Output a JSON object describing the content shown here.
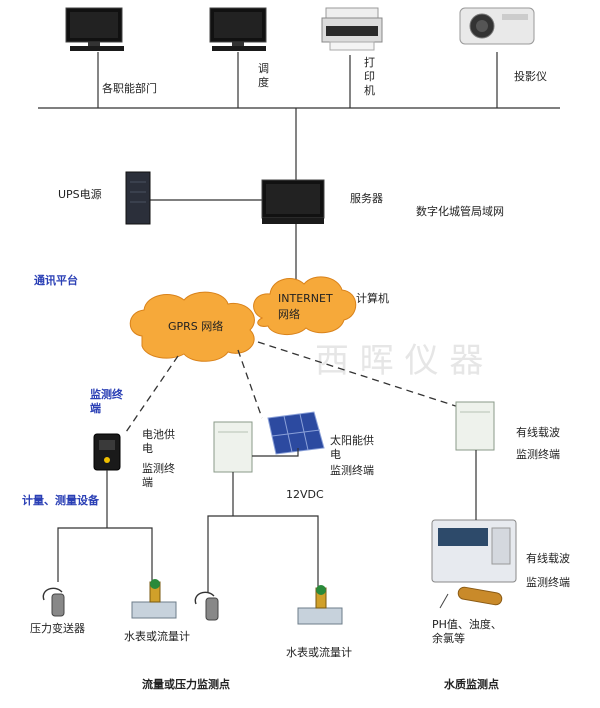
{
  "watermark": "西 晖 仪 器",
  "office": {
    "departments": "各职能部门",
    "dispatch_col1": [
      "调",
      "度"
    ],
    "printer_col": [
      "打",
      "印",
      "机"
    ],
    "projector": "投影仪"
  },
  "center": {
    "ups": "UPS电源",
    "server": "服务器",
    "lan": "数字化城管局域网",
    "comm_platform": "通讯平台",
    "internet": "INTERNET",
    "internet_sub": "网络",
    "computer": "计算机",
    "gprs": "GPRS 网络"
  },
  "terminals": {
    "monitor_terminal_title": [
      "监测终",
      "端"
    ],
    "battery": [
      "电池供",
      "电",
      "监测终",
      "端"
    ],
    "measure_devices": "计量、测量设备",
    "solar": [
      "太阳能供",
      "电",
      "监测终端"
    ],
    "vdc": "12VDC",
    "carrier1": [
      "有线载波",
      "监测终端"
    ],
    "carrier2": [
      "有线载波",
      "监测终端"
    ]
  },
  "devices": {
    "pressure": "压力变送器",
    "meter1": "水表或流量计",
    "meter2": "水表或流量计",
    "ph": [
      "PH值、浊度、",
      "余氯等"
    ]
  },
  "footer": {
    "flow_pressure": "流量或压力监测点",
    "water_quality": "水质监测点"
  }
}
